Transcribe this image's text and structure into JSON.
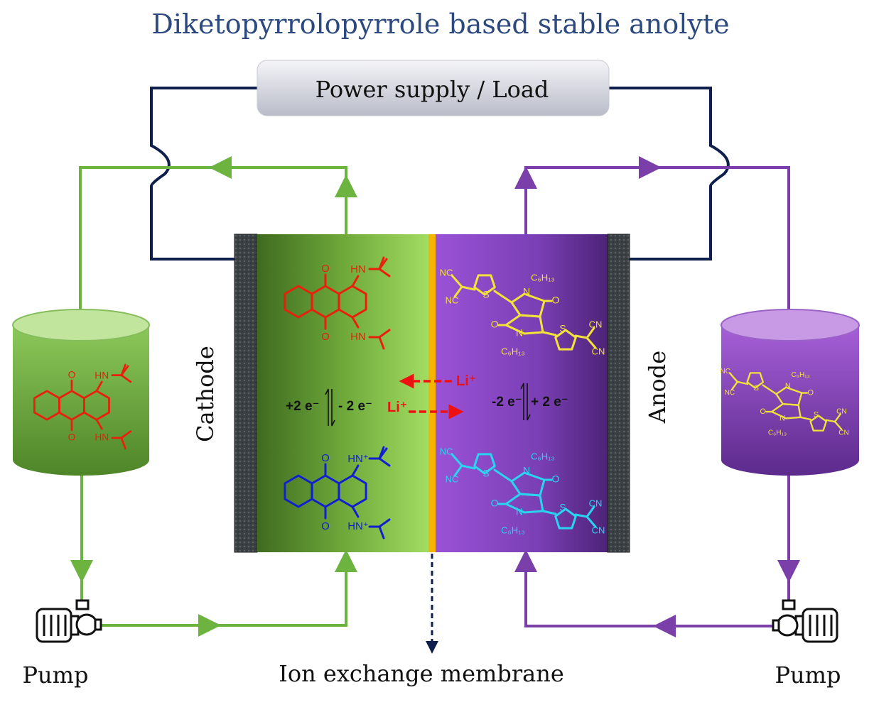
{
  "title": "Diketopyrrolopyrrole based stable anolyte",
  "power_box": {
    "label": "Power supply / Load"
  },
  "labels": {
    "cathode": "Cathode",
    "anode": "Anode",
    "pump_left": "Pump",
    "pump_right": "Pump",
    "membrane": "Ion exchange membrane"
  },
  "reactions": {
    "cathode_plus": "+2 e⁻",
    "cathode_minus": "- 2 e⁻",
    "anode_minus": "-2 e⁻",
    "anode_plus": "+ 2 e⁻",
    "li_top": "Li⁺",
    "li_bottom": "Li⁺"
  },
  "molecules": {
    "anthraquinone": {
      "o": "O",
      "hn": "HN",
      "hn_plus": "HN⁺"
    },
    "dpp": {
      "nc": "NC",
      "cn": "CN",
      "s": "S",
      "n": "N",
      "o": "O",
      "hexyl": "C₆H₁₃"
    }
  },
  "colors": {
    "wire": "#0e1f4d",
    "catholyte": "#6db33f",
    "anolyte": "#7a3fa8",
    "membrane": "#f5b400",
    "oxidized_aq": "#e8200c",
    "reduced_aq": "#1020d0",
    "dpp_neutral": "#f2e23a",
    "dpp_reduced": "#2ad4f0",
    "li": "#ee1111",
    "title": "#2d4a80"
  }
}
